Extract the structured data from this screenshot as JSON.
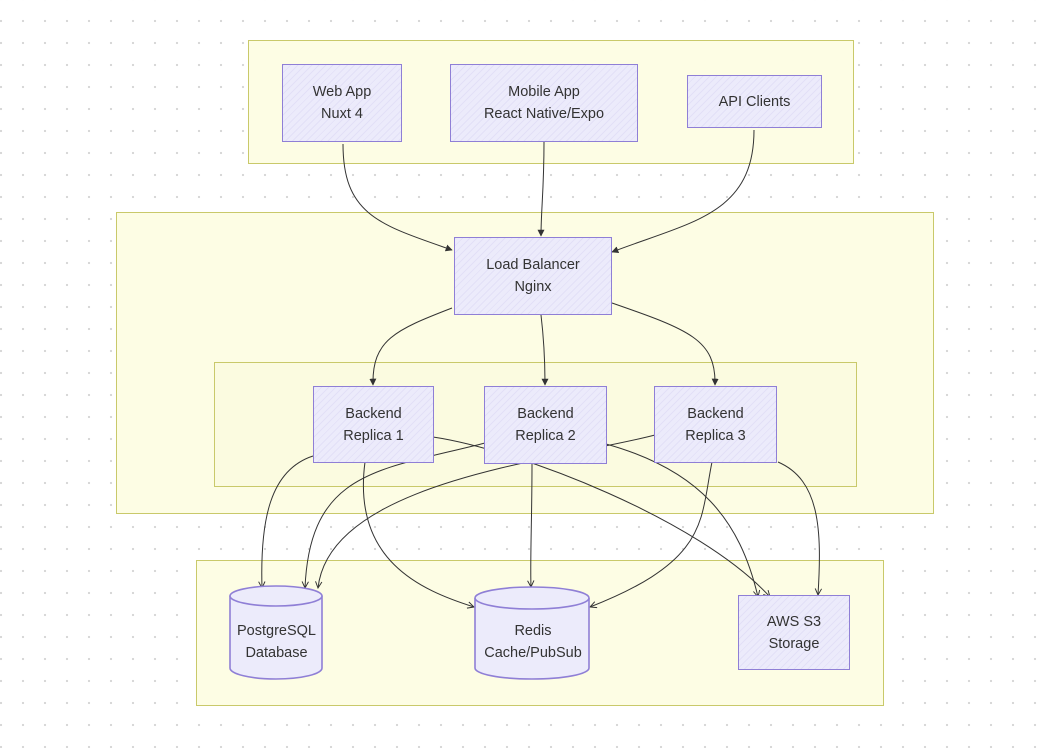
{
  "clients": {
    "web_app": {
      "line1": "Web App",
      "line2": "Nuxt 4"
    },
    "mobile_app": {
      "line1": "Mobile App",
      "line2": "React Native/Expo"
    },
    "api_clients": {
      "line1": "API Clients"
    }
  },
  "load_balancer": {
    "line1": "Load Balancer",
    "line2": "Nginx"
  },
  "backends": [
    {
      "line1": "Backend",
      "line2": "Replica 1"
    },
    {
      "line1": "Backend",
      "line2": "Replica 2"
    },
    {
      "line1": "Backend",
      "line2": "Replica 3"
    }
  ],
  "storage": {
    "postgres": {
      "line1": "PostgreSQL",
      "line2": "Database"
    },
    "redis": {
      "line1": "Redis",
      "line2": "Cache/PubSub"
    },
    "s3": {
      "line1": "AWS S3",
      "line2": "Storage"
    }
  },
  "colors": {
    "group_fill": "#fdfde4",
    "group_border": "#c9c96a",
    "node_fill": "#ecebfb",
    "node_border": "#8f7fd6",
    "edge": "#333333"
  }
}
